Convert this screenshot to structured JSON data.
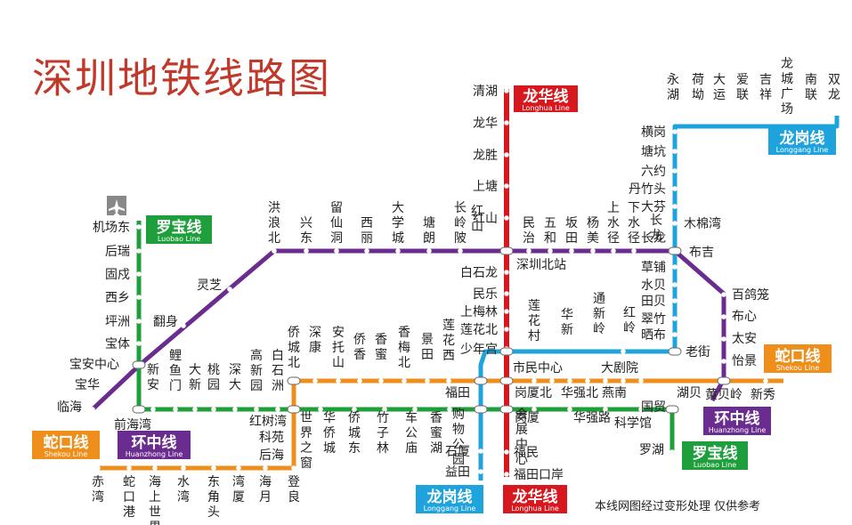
{
  "title": "深圳地铁线路图",
  "note": "本线网图经过变形处理  仅供参考",
  "colors": {
    "longhua": "#d7191f",
    "longgang": "#1fa3dd",
    "luobao": "#1e9f3c",
    "shekou": "#ee8f1c",
    "huanzhong": "#6b2c8f",
    "title": "#c0392b"
  },
  "lines": {
    "longhua": {
      "cn": "龙华线",
      "en": "Longhua Line"
    },
    "longgang": {
      "cn": "龙岗线",
      "en": "Longgang Line"
    },
    "luobao": {
      "cn": "罗宝线",
      "en": "Luobao Line"
    },
    "shekou": {
      "cn": "蛇口线",
      "en": "Shekou Line"
    },
    "huanzhong": {
      "cn": "环中线",
      "en": "Huanzhong Line"
    }
  },
  "icons": {
    "airport": "airplane-icon"
  },
  "stations": {
    "qingqing": "清湖",
    "longhua": "龙华",
    "longsheng": "龙胜",
    "shangtang": "上塘",
    "hongshan": "红山",
    "baishilong": "白石龙",
    "minle": "民乐",
    "shangmeilin": "上梅林",
    "lianhuabei": "莲花北",
    "shaoniangong": "少年宫",
    "shiminzhongxin": "市民中心",
    "gangxiabei": "岗厦北",
    "huizhan": "会展中心",
    "futian_lh": "福田",
    "fumin": "福民",
    "futiankouan": "福田口岸",
    "shenzhenbei": "深圳北站",
    "futian_lg": "福田",
    "gouwugongyuan": "购物公园",
    "shixia": "石厦",
    "yitian": "益田",
    "gangxia": "岗厦",
    "huaqiangbei": "华强北",
    "yannan": "燕南",
    "huaqianglu": "华强路",
    "kexueguan": "科学馆",
    "dajuyuan": "大剧院",
    "laojie": "老街",
    "guomao": "国贸",
    "luohu": "罗湖",
    "hubei": "湖贝",
    "huangbeiling": "黄贝岭",
    "xinxiu": "新秀",
    "jichangdong": "机场东",
    "hourui": "后瑞",
    "guxu": "固戍",
    "xixiang": "西乡",
    "pingzhou": "坪洲",
    "baoti": "宝体",
    "baoanzhongxin": "宝安中心",
    "baohua": "宝华",
    "linhai": "临海",
    "qianhaiwan": "前海湾",
    "lingzhi": "灵芝",
    "fanshen": "翻身",
    "hongshuwan": "红树湾",
    "kejiyuan": "科苑",
    "houhai": "后海",
    "shijiezhichuang": "世界之窗",
    "dengliang": "登良",
    "muMianwan": "木棉湾",
    "buji": "布吉",
    "baigeshu": "百鸽笼",
    "buxin": "布心",
    "taian": "太安",
    "yijing": "怡景",
    "hengang": "横岗",
    "tangkeng": "塘坑",
    "liuyue": "六约",
    "danzhutou": "丹竹头",
    "dafen": "大芬",
    "caopu": "草铺",
    "shuibei": "水贝",
    "tianbei": "田贝",
    "cuizhu": "翠竹",
    "shaibu": "晒布",
    "chiwan": "赤湾",
    "shekougang": "蛇口港",
    "haishangshijie": "海上世界",
    "shuiwan": "水湾",
    "dongjiaotou": "东角头",
    "wanxia": "湾厦",
    "haiyue": "海月",
    "xinan": "新安",
    "liyumen": "鲤鱼门",
    "daxin": "大新",
    "taoyuan": "桃园",
    "shenda": "深大",
    "gaoxinyuan": "高新园",
    "baishizhou": "白石洲",
    "qiaochengbei": "侨城北",
    "shenkang": "深康",
    "antuoshan": "安托山",
    "qiaoxiang": "侨香",
    "xiangmi": "香蜜",
    "xiangmeibei": "香梅北",
    "jingtian": "景田",
    "lianhuaxi": "莲花西",
    "lianhuacun": "莲花村",
    "huaxin": "华新",
    "tongxinling": "通新岭",
    "hongling": "红岭",
    "huaqiaocheng": "华侨城",
    "qiaochengdong": "侨城东",
    "zhuzilin": "竹子林",
    "chegongmiao": "车公庙",
    "xiangmihu": "香蜜湖",
    "hongkangbei": "洪浪北",
    "xingdong": "兴东",
    "liuxiandong": "留仙洞",
    "xili": "西丽",
    "daxuecheng": "大学城",
    "tanglang": "塘朗",
    "changlingpi": "长岭陂",
    "minzhi": "民治",
    "wuhe": "五和",
    "bantian": "坂田",
    "yangmei": "杨美",
    "shangshuijing": "上水径",
    "xiashuijing": "下水径",
    "changlong": "长龙",
    "yonghu": "永湖",
    "heao": "荷坳",
    "dayun": "大运",
    "ailian": "爱联",
    "jixiang": "吉祥",
    "longchengguangchang": "龙城广场",
    "nanlian": "南联",
    "shuanglong": "双龙"
  }
}
